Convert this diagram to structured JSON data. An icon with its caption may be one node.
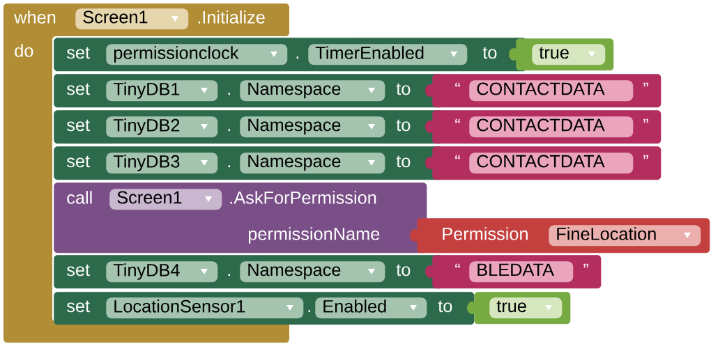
{
  "diagram": {
    "nodes": [
      {
        "text": [
          "when",
          ".Initialize",
          "do"
        ]
      },
      {
        "text": [
          "Screen1"
        ],
        "in": 0
      },
      {
        "text": [
          "set",
          ".",
          "to"
        ]
      },
      {
        "text": [
          "permissionclock"
        ],
        "in": 2
      },
      {
        "text": [
          "TimerEnabled"
        ],
        "in": 2
      },
      {
        "text": [],
        "shape": "box"
      },
      {
        "text": [
          "true"
        ],
        "in": 5
      },
      {
        "text": [
          "set",
          ".",
          "to"
        ]
      },
      {
        "text": [
          "TinyDB1"
        ],
        "in": 7
      },
      {
        "text": [
          "Namespace"
        ],
        "in": 7
      },
      {
        "text": [
          "“",
          "”"
        ]
      },
      {
        "text": [
          "CONTACTDATA"
        ],
        "in": 10
      },
      {
        "text": [
          "set",
          ".",
          "to"
        ]
      },
      {
        "text": [
          "TinyDB2"
        ],
        "in": 12
      },
      {
        "text": [
          "Namespace"
        ],
        "in": 12
      },
      {
        "text": [
          "“",
          "”"
        ]
      },
      {
        "text": [
          "CONTACTDATA"
        ],
        "in": 15
      },
      {
        "text": [
          "set",
          ".",
          "to"
        ]
      },
      {
        "text": [
          "TinyDB3"
        ],
        "in": 17
      },
      {
        "text": [
          "Namespace"
        ],
        "in": 17
      },
      {
        "text": [
          "“",
          "”"
        ]
      },
      {
        "text": [
          "CONTACTDATA"
        ],
        "in": 20
      },
      {
        "text": [
          "call",
          ".AskForPermission",
          "permissionName"
        ]
      },
      {
        "text": [
          "Screen1"
        ],
        "in": 22
      },
      {
        "text": [
          "Permission"
        ]
      },
      {
        "text": [
          "FineLocation"
        ],
        "in": 24
      },
      {
        "text": [
          "set",
          ".",
          "to"
        ]
      },
      {
        "text": [
          "TinyDB4"
        ],
        "in": 26
      },
      {
        "text": [
          "Namespace"
        ],
        "in": 26
      },
      {
        "text": [
          "“",
          "”"
        ]
      },
      {
        "text": [
          "BLEDATA"
        ],
        "in": 29
      },
      {
        "text": [
          "set",
          ".",
          "to"
        ]
      },
      {
        "text": [
          "LocationSensor1"
        ],
        "in": 31
      },
      {
        "text": [
          "Enabled"
        ],
        "in": 31
      },
      {
        "text": [],
        "shape": "box"
      },
      {
        "text": [
          "true"
        ],
        "in": 34
      }
    ]
  }
}
